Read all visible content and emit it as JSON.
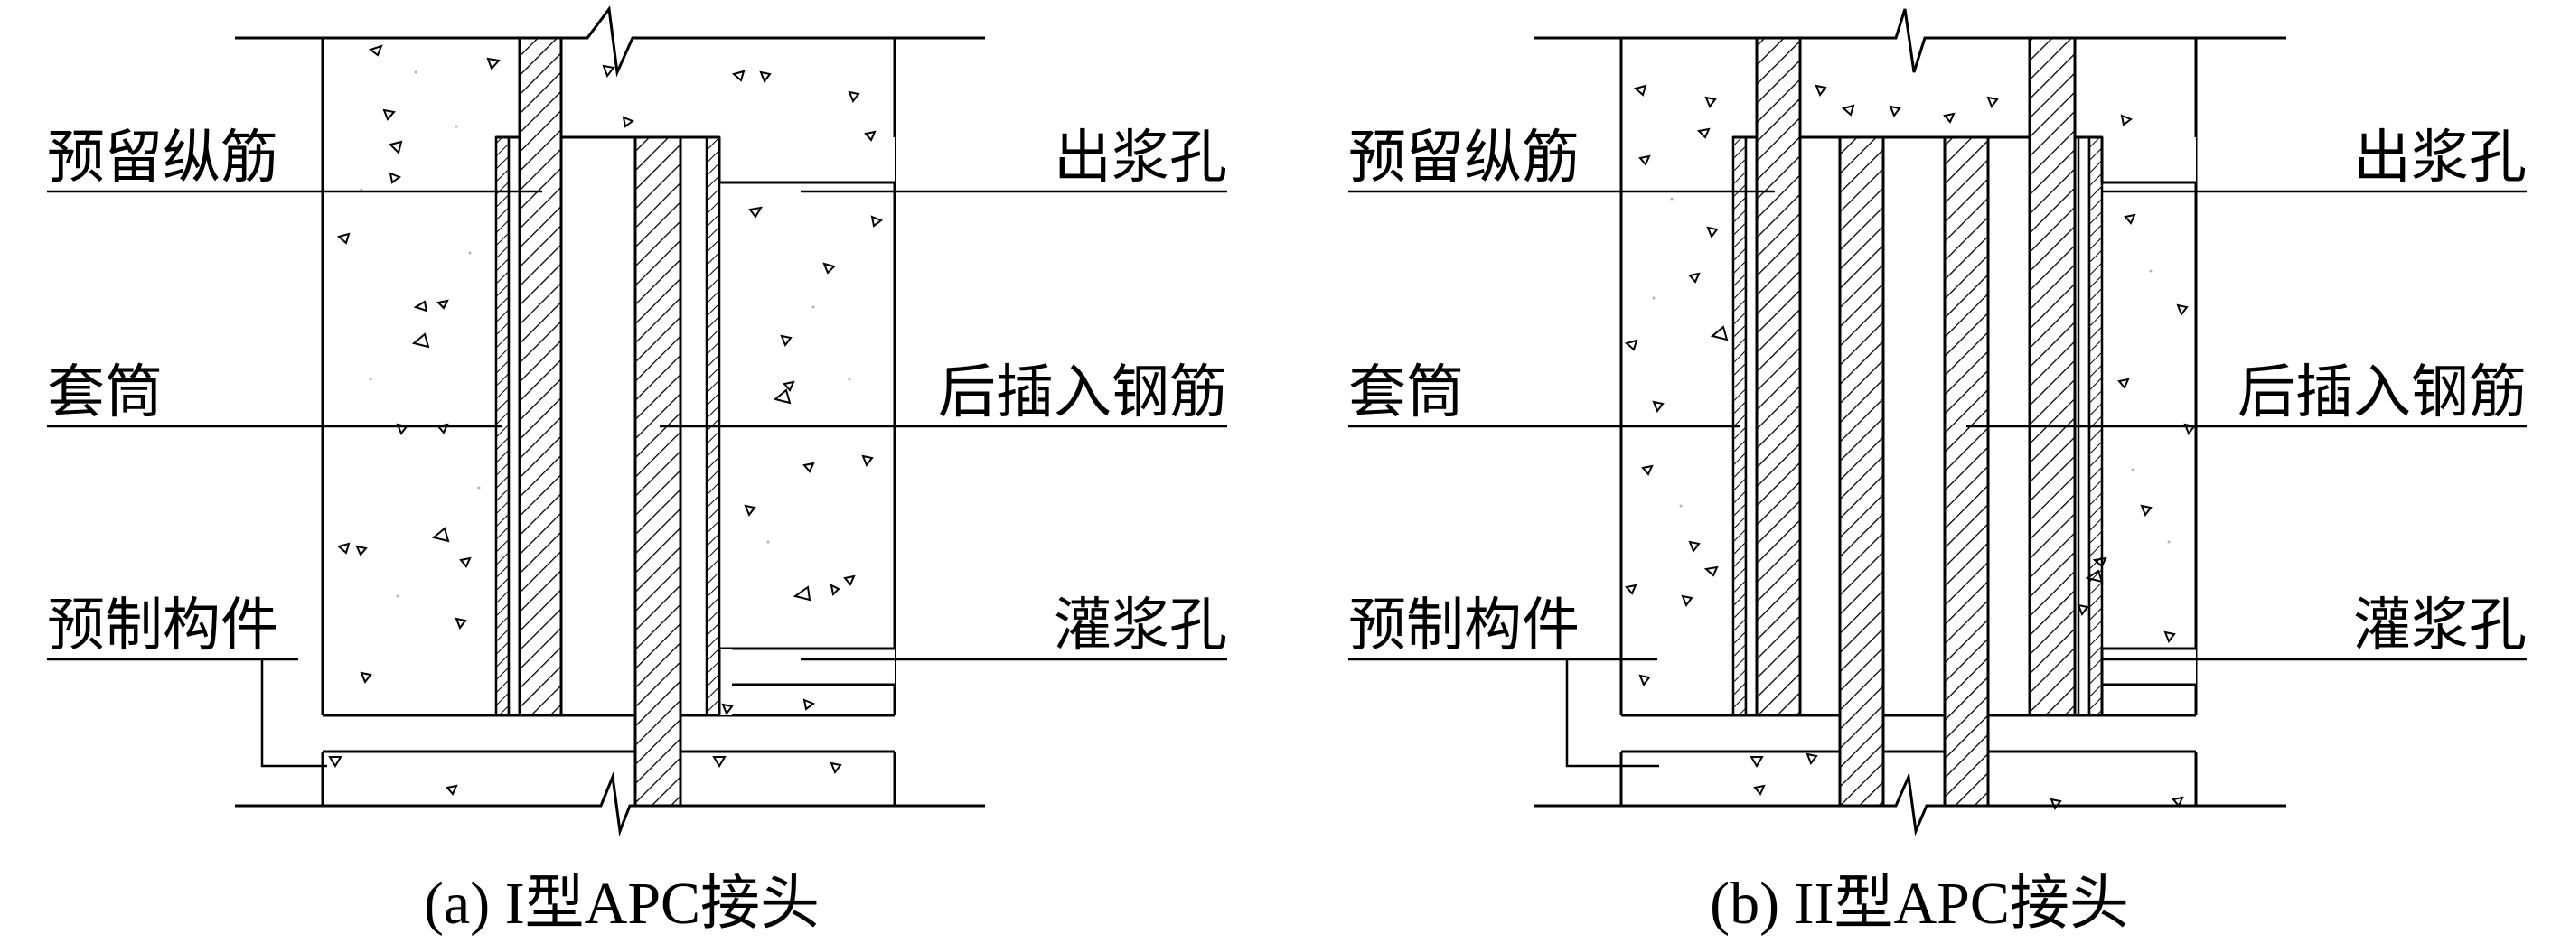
{
  "panels": [
    {
      "caption": "(a) I型APC接头",
      "labels_left": [
        "预留纵筋",
        "套筒",
        "预制构件"
      ],
      "labels_right": [
        "出浆孔",
        "后插入钢筋",
        "灌浆孔"
      ]
    },
    {
      "caption": "(b) II型APC接头",
      "labels_left": [
        "预留纵筋",
        "套筒",
        "预制构件"
      ],
      "labels_right": [
        "出浆孔",
        "后插入钢筋",
        "灌浆孔"
      ]
    }
  ],
  "colors": {
    "line": "#000000",
    "background": "#ffffff",
    "concrete_dots": "#b5b5b5"
  },
  "patterns": [
    "hatch-diagonal",
    "concrete-triangles"
  ]
}
